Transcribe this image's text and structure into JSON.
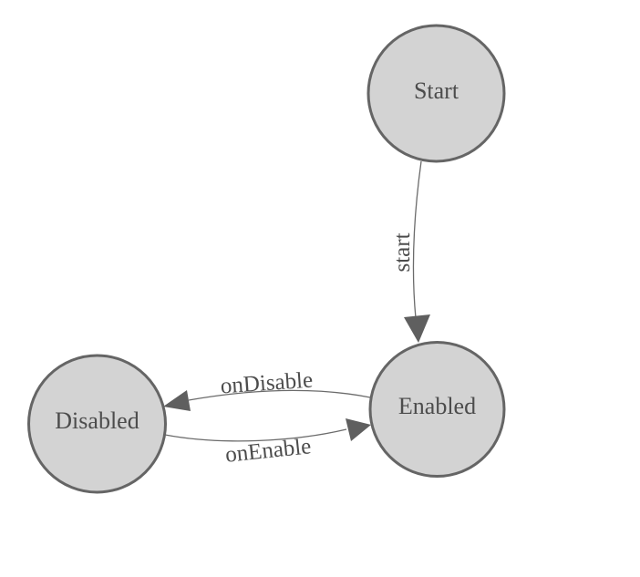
{
  "diagram": {
    "type": "state-machine",
    "colors": {
      "background": "#ffffff",
      "node_fill": "#d3d3d3",
      "node_stroke": "#656565",
      "edge_stroke": "#6b6b6b",
      "arrow_fill": "#5f5f5f",
      "label_text": "#4c4c4c"
    },
    "nodes": [
      {
        "id": "start",
        "label": "Start"
      },
      {
        "id": "enabled",
        "label": "Enabled"
      },
      {
        "id": "disabled",
        "label": "Disabled"
      }
    ],
    "edges": [
      {
        "id": "start-transition",
        "from": "Start",
        "to": "Enabled",
        "label": "start"
      },
      {
        "id": "on-disable",
        "from": "Enabled",
        "to": "Disabled",
        "label": "onDisable"
      },
      {
        "id": "on-enable",
        "from": "Disabled",
        "to": "Enabled",
        "label": "onEnable"
      }
    ]
  }
}
